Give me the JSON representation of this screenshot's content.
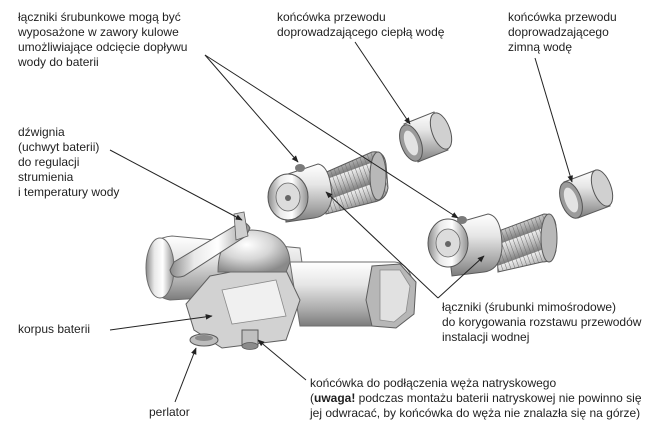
{
  "labels": {
    "couplings": "łączniki śrubunkowe mogą być\nwyposażone w zawory kulowe\numożliwiające odcięcie dopływu\nwody do baterii",
    "hot_end": "końcówka przewodu\ndoprowadzającego ciepłą wodę",
    "cold_end": "końcówka przewodu\ndoprowadzającego\nzimną wodę",
    "lever": "dźwignia\n(uchwyt baterii)\ndo regulacji\nstrumienia\ni temperatury wody",
    "eccentric": "łączniki (śrubunki mimośrodowe)\ndo korygowania rozstawu przewodów\ninstalacji wodnej",
    "body": "korpus baterii",
    "shower_line1": "końcówka do podłączenia węża natryskowego",
    "shower_note_bold": "uwaga!",
    "shower_note_rest": " podczas montażu baterii natryskowej nie powinno się\njej odwracać, by końcówka do węża nie znalazła się na górze)",
    "aerator": "perlator"
  },
  "colors": {
    "metal_light": "#f2f2f2",
    "metal_mid": "#c8c8c8",
    "metal_dark": "#7a7a7a",
    "leader": "#222222",
    "text": "#1f1f1f"
  }
}
